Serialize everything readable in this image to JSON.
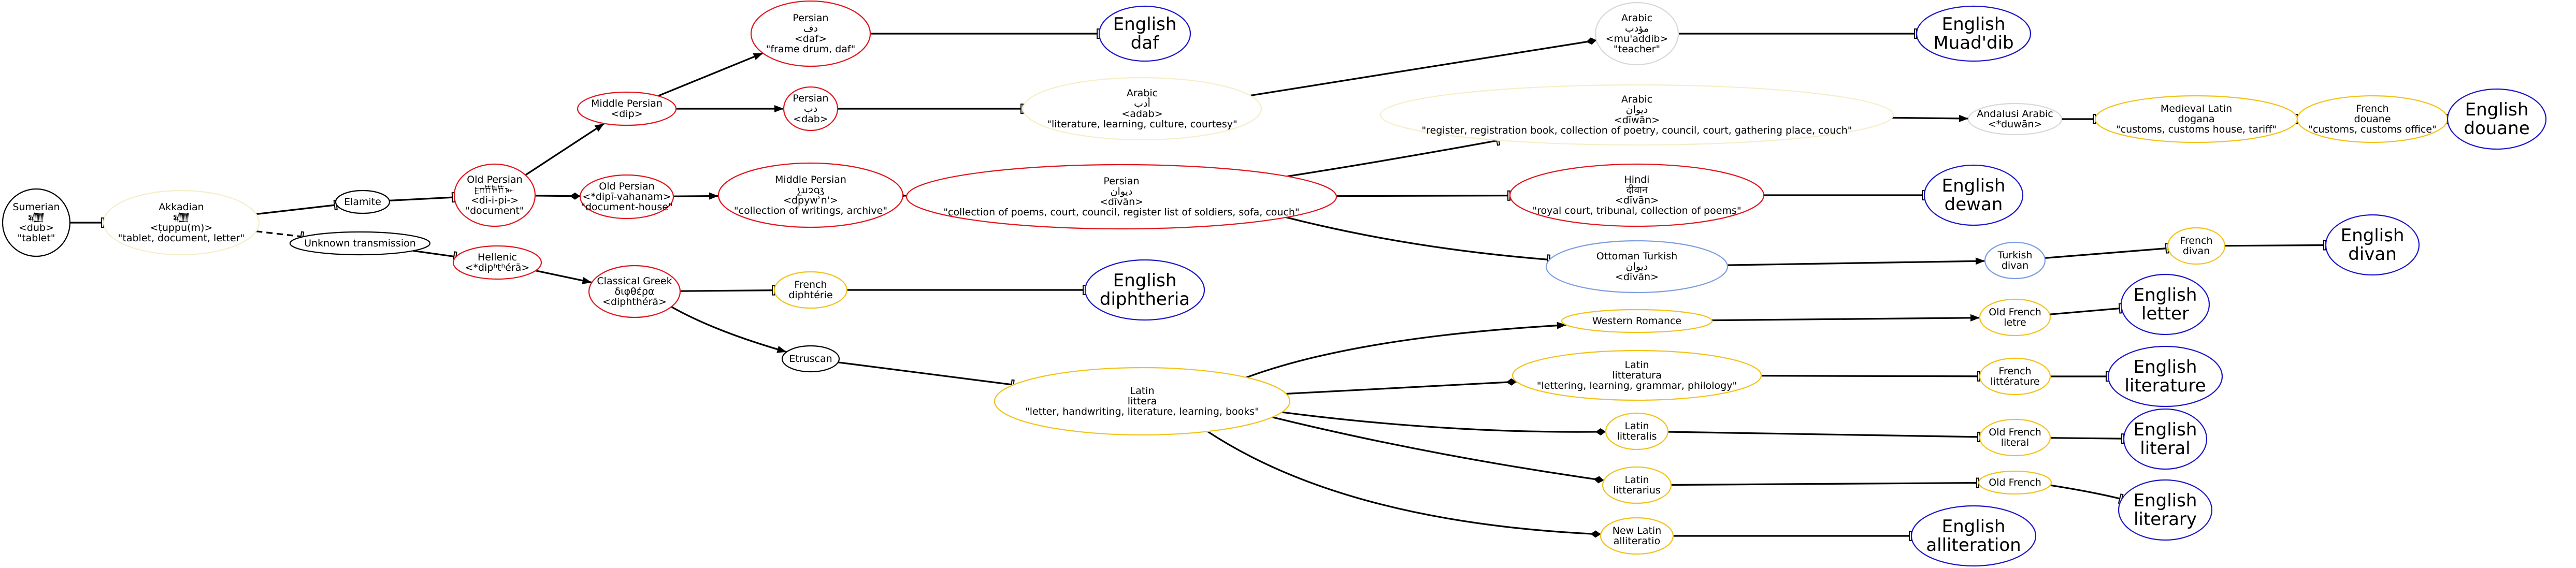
{
  "colors": {
    "black": "#000000",
    "red": "#e0141c",
    "yellow": "#f2c21a",
    "blue": "#1a14c8",
    "lightyellow": "#f5eec8",
    "lightgray": "#d8d8d8",
    "lightblue": "#7d9ee0"
  },
  "nodes": [
    {
      "id": "sumerian",
      "color": "black",
      "lines": [
        "Sumerian",
        "𒁾",
        "<dub>",
        "\"tablet\""
      ]
    },
    {
      "id": "akkadian",
      "color": "lightyellow",
      "lines": [
        "Akkadian",
        "𒁾",
        "<ṭuppu(m)>",
        "\"tablet, document, letter\""
      ]
    },
    {
      "id": "elamite",
      "color": "black",
      "lines": [
        "Elamite"
      ]
    },
    {
      "id": "unknown",
      "color": "black",
      "lines": [
        "Unknown transmission"
      ]
    },
    {
      "id": "oldpersian1",
      "color": "red",
      "lines": [
        "Old Persian",
        "𐎮𐎡𐎱𐎡𐎹",
        "<di-i-pi->",
        "\"document\""
      ]
    },
    {
      "id": "oldpersian2",
      "color": "red",
      "lines": [
        "Old Persian",
        "<*dipī-vahanam>",
        "\"document-house\""
      ]
    },
    {
      "id": "hellenic",
      "color": "red",
      "lines": [
        "Hellenic",
        "<*dipʰtʰérā>"
      ]
    },
    {
      "id": "midpersian1",
      "color": "red",
      "lines": [
        "Middle Persian",
        "<dip>"
      ]
    },
    {
      "id": "midpersian2",
      "color": "red",
      "lines": [
        "Middle Persian",
        "𐭣𐭯𐭥𐭠𐭭",
        "<dpywʾn'>",
        "\"collection of writings, archive\""
      ]
    },
    {
      "id": "classicalgreek",
      "color": "red",
      "lines": [
        "Classical Greek",
        "διφθέρα",
        "<diphthérā>"
      ]
    },
    {
      "id": "persian_daf",
      "color": "red",
      "lines": [
        "Persian",
        "دف",
        "<daf>",
        "\"frame drum, daf\""
      ]
    },
    {
      "id": "persian_dab",
      "color": "red",
      "lines": [
        "Persian",
        "دب",
        "<dab>"
      ]
    },
    {
      "id": "persian_divan",
      "color": "red",
      "lines": [
        "Persian",
        "دیوان",
        "<dīvān>",
        "\"collection of poems, court, council, register list of soldiers, sofa, couch\""
      ]
    },
    {
      "id": "french_diphterie",
      "color": "yellow",
      "lines": [
        "French",
        "diphtérie"
      ]
    },
    {
      "id": "etruscan",
      "color": "black",
      "lines": [
        "Etruscan"
      ]
    },
    {
      "id": "arabic_adab",
      "color": "lightyellow",
      "lines": [
        "Arabic",
        "أدب",
        "<adab>",
        "\"literature, learning, culture, courtesy\""
      ]
    },
    {
      "id": "arabic_muaddib",
      "color": "lightgray",
      "lines": [
        "Arabic",
        "مؤدب",
        "<mu'addib>",
        "\"teacher\""
      ]
    },
    {
      "id": "arabic_diwan",
      "color": "lightyellow",
      "lines": [
        "Arabic",
        "ديوان",
        "<dīwān>",
        "\"register, registration book, collection of poetry, council, court, gathering place, couch\""
      ]
    },
    {
      "id": "hindi",
      "color": "red",
      "lines": [
        "Hindi",
        "दीवान",
        "<dīvān>",
        "\"royal court, tribunal, collection of poems\""
      ]
    },
    {
      "id": "ottoman",
      "color": "lightblue",
      "lines": [
        "Ottoman Turkish",
        "دیوان",
        "<dīvān>"
      ]
    },
    {
      "id": "andalusi",
      "color": "lightgray",
      "lines": [
        "Andalusi Arabic",
        "<*duwān>"
      ]
    },
    {
      "id": "medlatin",
      "color": "yellow",
      "lines": [
        "Medieval Latin",
        "dogana",
        "\"customs, customs house, tariff\""
      ]
    },
    {
      "id": "french_douane",
      "color": "yellow",
      "lines": [
        "French",
        "douane",
        "\"customs, customs office\""
      ]
    },
    {
      "id": "turkish",
      "color": "lightblue",
      "lines": [
        "Turkish",
        "divan"
      ]
    },
    {
      "id": "french_divan",
      "color": "yellow",
      "lines": [
        "French",
        "divan"
      ]
    },
    {
      "id": "latin_littera",
      "color": "yellow",
      "lines": [
        "Latin",
        "littera",
        "\"letter, handwriting, literature, learning, books\""
      ]
    },
    {
      "id": "westromance",
      "color": "yellow",
      "lines": [
        "Western Romance"
      ]
    },
    {
      "id": "latin_litteratura",
      "color": "yellow",
      "lines": [
        "Latin",
        "litteratura",
        "\"lettering, learning, grammar, philology\""
      ]
    },
    {
      "id": "latin_litteralis",
      "color": "yellow",
      "lines": [
        "Latin",
        "litteralis"
      ]
    },
    {
      "id": "latin_litterarius",
      "color": "yellow",
      "lines": [
        "Latin",
        "litterarius"
      ]
    },
    {
      "id": "newlatin",
      "color": "yellow",
      "lines": [
        "New Latin",
        "alliteratio"
      ]
    },
    {
      "id": "oldfrench_letre",
      "color": "yellow",
      "lines": [
        "Old French",
        "letre"
      ]
    },
    {
      "id": "french_litterature",
      "color": "yellow",
      "lines": [
        "French",
        "littérature"
      ]
    },
    {
      "id": "oldfrench_literal",
      "color": "yellow",
      "lines": [
        "Old French",
        "literal"
      ]
    },
    {
      "id": "oldfrench",
      "color": "yellow",
      "lines": [
        "Old French"
      ]
    },
    {
      "id": "en_daf",
      "color": "blue",
      "big": true,
      "lines": [
        "English",
        "daf"
      ]
    },
    {
      "id": "en_muaddib",
      "color": "blue",
      "big": true,
      "lines": [
        "English",
        "Muad'dib"
      ]
    },
    {
      "id": "en_douane",
      "color": "blue",
      "big": true,
      "lines": [
        "English",
        "douane"
      ]
    },
    {
      "id": "en_dewan",
      "color": "blue",
      "big": true,
      "lines": [
        "English",
        "dewan"
      ]
    },
    {
      "id": "en_divan",
      "color": "blue",
      "big": true,
      "lines": [
        "English",
        "divan"
      ]
    },
    {
      "id": "en_diphtheria",
      "color": "blue",
      "big": true,
      "lines": [
        "English",
        "diphtheria"
      ]
    },
    {
      "id": "en_letter",
      "color": "blue",
      "big": true,
      "lines": [
        "English",
        "letter"
      ]
    },
    {
      "id": "en_literature",
      "color": "blue",
      "big": true,
      "lines": [
        "English",
        "literature"
      ]
    },
    {
      "id": "en_literal",
      "color": "blue",
      "big": true,
      "lines": [
        "English",
        "literal"
      ]
    },
    {
      "id": "en_literary",
      "color": "blue",
      "big": true,
      "lines": [
        "English",
        "literary"
      ]
    },
    {
      "id": "en_alliteration",
      "color": "blue",
      "big": true,
      "lines": [
        "English",
        "alliteration"
      ]
    }
  ],
  "edges": [
    {
      "from": "sumerian",
      "to": "akkadian",
      "head": "tee"
    },
    {
      "from": "akkadian",
      "to": "elamite",
      "head": "tee"
    },
    {
      "from": "akkadian",
      "to": "unknown",
      "head": "tee",
      "dashed": true
    },
    {
      "from": "elamite",
      "to": "oldpersian1",
      "head": "tee"
    },
    {
      "from": "unknown",
      "to": "hellenic",
      "head": "tee"
    },
    {
      "from": "oldpersian1",
      "to": "midpersian1",
      "head": "arrow"
    },
    {
      "from": "oldpersian1",
      "to": "oldpersian2",
      "head": "diamond"
    },
    {
      "from": "oldpersian2",
      "to": "midpersian2",
      "head": "arrow"
    },
    {
      "from": "midpersian1",
      "to": "persian_daf",
      "head": "arrow"
    },
    {
      "from": "midpersian1",
      "to": "persian_dab",
      "head": "arrow"
    },
    {
      "from": "midpersian2",
      "to": "persian_divan",
      "head": "arrow"
    },
    {
      "from": "hellenic",
      "to": "classicalgreek",
      "head": "arrow"
    },
    {
      "from": "classicalgreek",
      "to": "french_diphterie",
      "head": "tee"
    },
    {
      "from": "classicalgreek",
      "to": "etruscan",
      "head": "arrow"
    },
    {
      "from": "french_diphterie",
      "to": "en_diphtheria",
      "head": "tee"
    },
    {
      "from": "persian_daf",
      "to": "en_daf",
      "head": "tee"
    },
    {
      "from": "persian_dab",
      "to": "arabic_adab",
      "head": "tee"
    },
    {
      "from": "arabic_adab",
      "to": "arabic_muaddib",
      "head": "diamond"
    },
    {
      "from": "arabic_muaddib",
      "to": "en_muaddib",
      "head": "tee"
    },
    {
      "from": "persian_divan",
      "to": "arabic_diwan",
      "head": "tee"
    },
    {
      "from": "persian_divan",
      "to": "hindi",
      "head": "tee"
    },
    {
      "from": "persian_divan",
      "to": "ottoman",
      "head": "tee"
    },
    {
      "from": "arabic_diwan",
      "to": "andalusi",
      "head": "arrow"
    },
    {
      "from": "andalusi",
      "to": "medlatin",
      "head": "tee"
    },
    {
      "from": "medlatin",
      "to": "french_douane",
      "head": "tee"
    },
    {
      "from": "french_douane",
      "to": "en_douane",
      "head": "tee"
    },
    {
      "from": "hindi",
      "to": "en_dewan",
      "head": "tee"
    },
    {
      "from": "ottoman",
      "to": "turkish",
      "head": "arrow"
    },
    {
      "from": "turkish",
      "to": "french_divan",
      "head": "tee"
    },
    {
      "from": "french_divan",
      "to": "en_divan",
      "head": "tee"
    },
    {
      "from": "etruscan",
      "to": "latin_littera",
      "head": "tee"
    },
    {
      "from": "latin_littera",
      "to": "westromance",
      "head": "arrow"
    },
    {
      "from": "latin_littera",
      "to": "latin_litteratura",
      "head": "diamond"
    },
    {
      "from": "latin_littera",
      "to": "latin_litteralis",
      "head": "diamond"
    },
    {
      "from": "latin_littera",
      "to": "latin_litterarius",
      "head": "diamond"
    },
    {
      "from": "latin_littera",
      "to": "newlatin",
      "head": "diamond"
    },
    {
      "from": "westromance",
      "to": "oldfrench_letre",
      "head": "arrow"
    },
    {
      "from": "latin_litteratura",
      "to": "french_litterature",
      "head": "tee"
    },
    {
      "from": "latin_litteralis",
      "to": "oldfrench_literal",
      "head": "tee"
    },
    {
      "from": "latin_litterarius",
      "to": "oldfrench",
      "head": "tee"
    },
    {
      "from": "oldfrench_letre",
      "to": "en_letter",
      "head": "tee"
    },
    {
      "from": "french_litterature",
      "to": "en_literature",
      "head": "tee"
    },
    {
      "from": "oldfrench_literal",
      "to": "en_literal",
      "head": "tee"
    },
    {
      "from": "oldfrench",
      "to": "en_literary",
      "head": "tee"
    },
    {
      "from": "newlatin",
      "to": "en_alliteration",
      "head": "tee"
    }
  ]
}
